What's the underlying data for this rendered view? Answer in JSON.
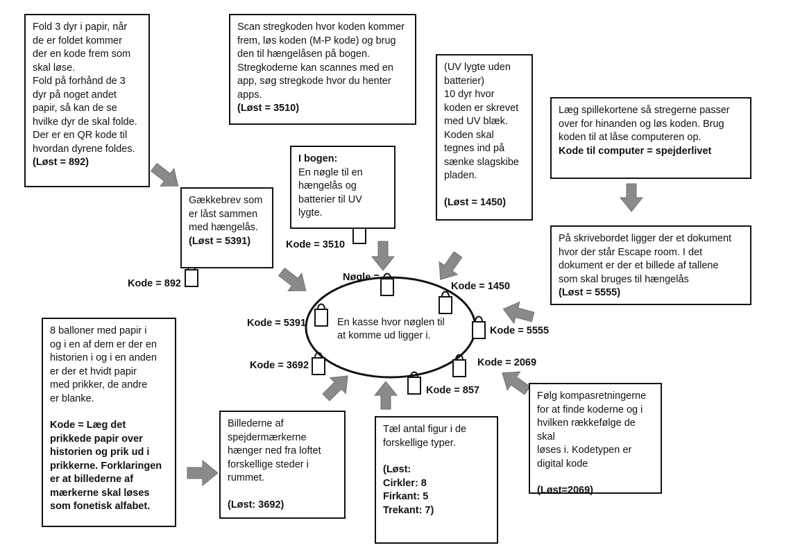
{
  "boxes": {
    "fold": {
      "lines": [
        "Fold 3 dyr i papir, når",
        "de er foldet kommer",
        "der en kode frem som",
        "skal løse.",
        "Fold på forhånd de 3",
        "dyr på noget andet",
        "papir, så kan de se",
        "hvilke dyr de skal folde.",
        "Der er en QR kode til",
        "hvordan dyrene foldes."
      ],
      "solved": "(Løst = 892)"
    },
    "scan": {
      "lines": [
        "Scan stregkoden hvor koden kommer",
        "frem, løs koden (M-P kode) og brug",
        "den til hængelåsen på bogen.",
        "Stregkoderne kan scannes med en",
        "app, søg stregkode hvor du henter",
        "apps."
      ],
      "solved": "(Løst = 3510)"
    },
    "uv": {
      "lines": [
        "(UV lygte uden",
        "batterier)",
        "10 dyr hvor",
        "koden er skrevet",
        "med UV blæk.",
        "Koden skal",
        "tegnes ind på",
        "sænke slagskibe",
        "pladen."
      ],
      "solved": "(Løst = 1450)"
    },
    "cards": {
      "lines": [
        "Læg spillekortene så stregerne passer",
        "over for hinanden og løs koden. Brug",
        "koden til at låse computeren op."
      ],
      "solved": "Kode til computer = spejderlivet"
    },
    "book": {
      "title": "I bogen:",
      "lines": [
        "En nøgle til en",
        "hængelås og",
        "batterier til UV",
        "lygte."
      ]
    },
    "letter": {
      "lines": [
        "Gækkebrev som",
        "er låst sammen",
        "med hængelås."
      ],
      "solved": "(Løst = 5391)"
    },
    "desk": {
      "lines": [
        "På skrivebordet ligger der et dokument",
        "hvor der står Escape room. I det",
        "dokument er der et billede af tallene",
        "som skal bruges til hængelås"
      ],
      "solved": "(Løst = 5555)"
    },
    "balloons": {
      "lines": [
        "8 balloner med papir i",
        "og i en af dem er der en",
        "historien i og i en anden",
        "er der et hvidt papir",
        "med prikker, de andre",
        "er blanke."
      ],
      "bold_lines": [
        "Kode = Læg det",
        "prikkede papir over",
        "historien og prik ud i",
        "prikkerne. Forklaringen",
        "er at billederne af",
        "mærkerne skal løses",
        "som fonetisk alfabet."
      ]
    },
    "badges": {
      "lines": [
        "Billederne af",
        "spejdermærkerne",
        "hænger ned fra loftet",
        "forskellige steder i",
        "rummet."
      ],
      "solved": "(Løst: 3692)"
    },
    "count": {
      "lines": [
        "Tæl antal figur i de",
        "forskellige typer."
      ],
      "bold_lines": [
        "(Løst:",
        "Cirkler: 8",
        "Firkant: 5",
        "Trekant: 7)"
      ]
    },
    "compass": {
      "lines": [
        "Følg kompasretningerne",
        "for at finde koderne og i",
        "hvilken rækkefølge de skal",
        "løses i. Kodetypen er",
        "digital kode"
      ],
      "solved": "(Løst=2069)"
    }
  },
  "hub_text": [
    "En kasse hvor nøglen til",
    "at komme ud ligger i."
  ],
  "labels": {
    "k3510": "Kode = 3510",
    "k892": "Kode = 892",
    "nogle": "Nøgle =",
    "k1450": "Kode = 1450",
    "k5391": "Kode = 5391",
    "k5555": "Kode = 5555",
    "k3692": "Kode = 3692",
    "k2069": "Kode = 2069",
    "k857": "Kode = 857"
  }
}
